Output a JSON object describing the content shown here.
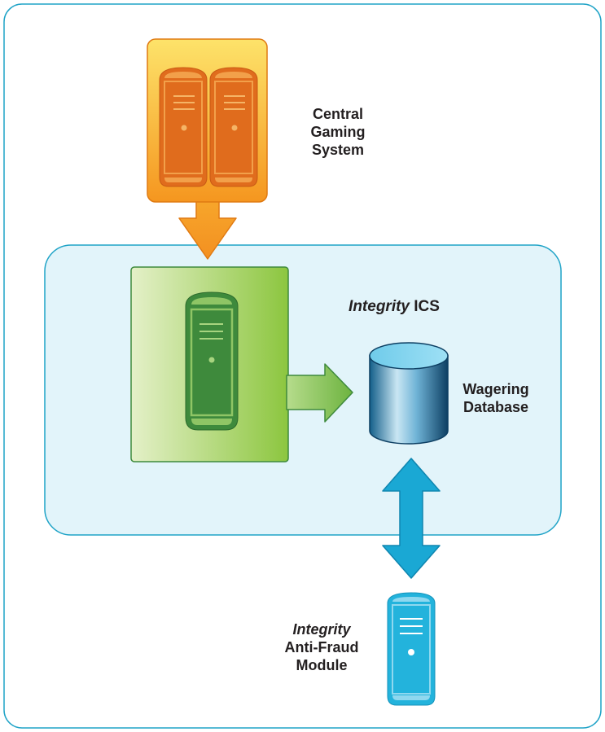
{
  "nodes": {
    "central": {
      "lines": [
        "Central",
        "Gaming",
        "System"
      ]
    },
    "ics": {
      "title_italic": "Integrity",
      "title_rest": " ICS"
    },
    "database": {
      "lines": [
        "Wagering",
        "Database"
      ]
    },
    "anti_fraud": {
      "line1_italic": "Integrity",
      "line2": "Anti-Fraud",
      "line3": "Module"
    }
  },
  "icons": {
    "central": "twin-server-tower-icon",
    "ics_server": "server-tower-icon",
    "database": "database-cylinder-icon",
    "anti_fraud": "server-tower-icon"
  },
  "colors": {
    "frame_border": "#1fa3c7",
    "ics_region_fill": "#e2f4fa",
    "ics_region_border": "#1fa3c7",
    "orange_box_top": "#fde36a",
    "orange_box_bottom": "#f5961f",
    "orange_server": "#e06c1d",
    "green_box_left": "#e4f0c8",
    "green_box_right": "#8cc63f",
    "green_server": "#3e8a3c",
    "green_arrow": "#7fc043",
    "blue_arrow": "#1aa8d4",
    "blue_server": "#23b3dc",
    "database_dark": "#13628c",
    "database_top": "#8fd6f0",
    "text": "#231f20"
  }
}
